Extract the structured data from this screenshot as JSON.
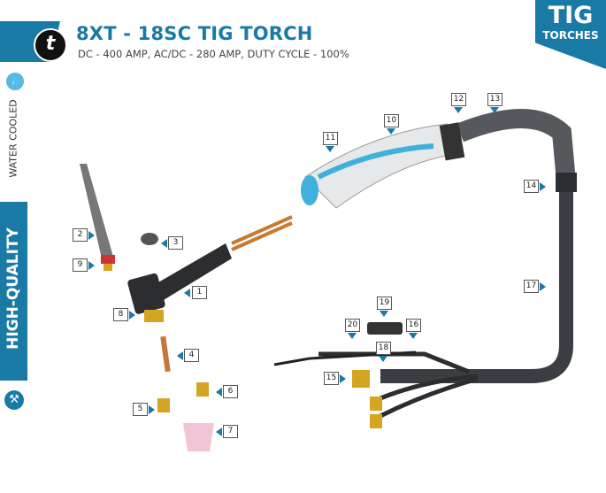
{
  "header": {
    "title": "8XT - 18SC TIG TORCH",
    "subtitle": "DC - 400 AMP, AC/DC - 280 AMP, DUTY CYCLE - 100%",
    "logo_text": "t"
  },
  "category_tab": {
    "line1": "TIG",
    "line2": "TORCHES"
  },
  "sidebar": {
    "water_cooled": "WATER COOLED",
    "high_quality": "HIGH-QUALITY",
    "icons": [
      "water-drop-icon",
      "hammer-icon"
    ]
  },
  "colors": {
    "accent": "#1a7aa6",
    "light_accent": "#5bb8de",
    "cable": "#3a3d42"
  },
  "part_labels": [
    "1",
    "2",
    "3",
    "4",
    "5",
    "6",
    "7",
    "8",
    "9",
    "10",
    "11",
    "12",
    "13",
    "14",
    "15",
    "16",
    "17",
    "18",
    "19",
    "20"
  ]
}
